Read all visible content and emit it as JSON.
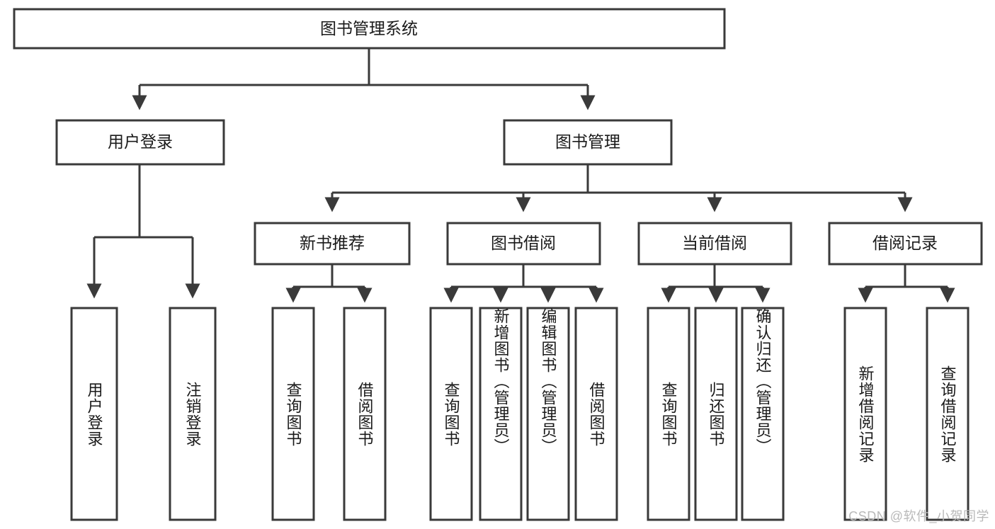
{
  "diagram": {
    "type": "tree-hierarchy",
    "title": "图书管理系统",
    "root": {
      "id": "root",
      "label": "图书管理系统",
      "orientation": "horizontal"
    },
    "level2": [
      {
        "id": "user-login",
        "label": "用户登录",
        "orientation": "horizontal"
      },
      {
        "id": "book-manage",
        "label": "图书管理",
        "orientation": "horizontal"
      }
    ],
    "level3": [
      {
        "id": "new-book-recommend",
        "label": "新书推荐",
        "orientation": "horizontal",
        "parent": "book-manage"
      },
      {
        "id": "book-borrow",
        "label": "图书借阅",
        "orientation": "horizontal",
        "parent": "book-manage"
      },
      {
        "id": "current-borrow",
        "label": "当前借阅",
        "orientation": "horizontal",
        "parent": "book-manage"
      },
      {
        "id": "borrow-record",
        "label": "借阅记录",
        "orientation": "horizontal",
        "parent": "book-manage"
      }
    ],
    "leaves": [
      {
        "id": "leaf-user-login",
        "label": "用户登录",
        "orientation": "vertical",
        "parent": "user-login"
      },
      {
        "id": "leaf-user-logout",
        "label": "注销登录",
        "orientation": "vertical",
        "parent": "user-login"
      },
      {
        "id": "leaf-query-book-1",
        "label": "查询图书",
        "orientation": "vertical",
        "parent": "new-book-recommend"
      },
      {
        "id": "leaf-borrow-book-1",
        "label": "借阅图书",
        "orientation": "vertical",
        "parent": "new-book-recommend"
      },
      {
        "id": "leaf-query-book-2",
        "label": "查询图书",
        "orientation": "vertical",
        "parent": "book-borrow"
      },
      {
        "id": "leaf-add-book",
        "label": "新增图书（管理员）",
        "orientation": "vertical",
        "parent": "book-borrow"
      },
      {
        "id": "leaf-edit-book",
        "label": "编辑图书（管理员）",
        "orientation": "vertical",
        "parent": "book-borrow"
      },
      {
        "id": "leaf-borrow-book-2",
        "label": "借阅图书",
        "orientation": "vertical",
        "parent": "book-borrow"
      },
      {
        "id": "leaf-query-book-3",
        "label": "查询图书",
        "orientation": "vertical",
        "parent": "current-borrow"
      },
      {
        "id": "leaf-return-book",
        "label": "归还图书",
        "orientation": "vertical",
        "parent": "current-borrow"
      },
      {
        "id": "leaf-confirm-return",
        "label": "确认归还（管理员）",
        "orientation": "vertical",
        "parent": "current-borrow"
      },
      {
        "id": "leaf-add-record",
        "label": "新增借阅记录",
        "orientation": "vertical",
        "parent": "borrow-record"
      },
      {
        "id": "leaf-query-record",
        "label": "查询借阅记录",
        "orientation": "vertical",
        "parent": "borrow-record"
      }
    ],
    "colors": {
      "box_stroke": "#3a3a3a",
      "box_fill": "#ffffff",
      "connector": "#3a3a3a",
      "text": "#1a1a1a",
      "background": "#ffffff",
      "watermark": "#b9b9b9"
    }
  },
  "watermark": {
    "text": "CSDN @软件_小贺同学"
  }
}
